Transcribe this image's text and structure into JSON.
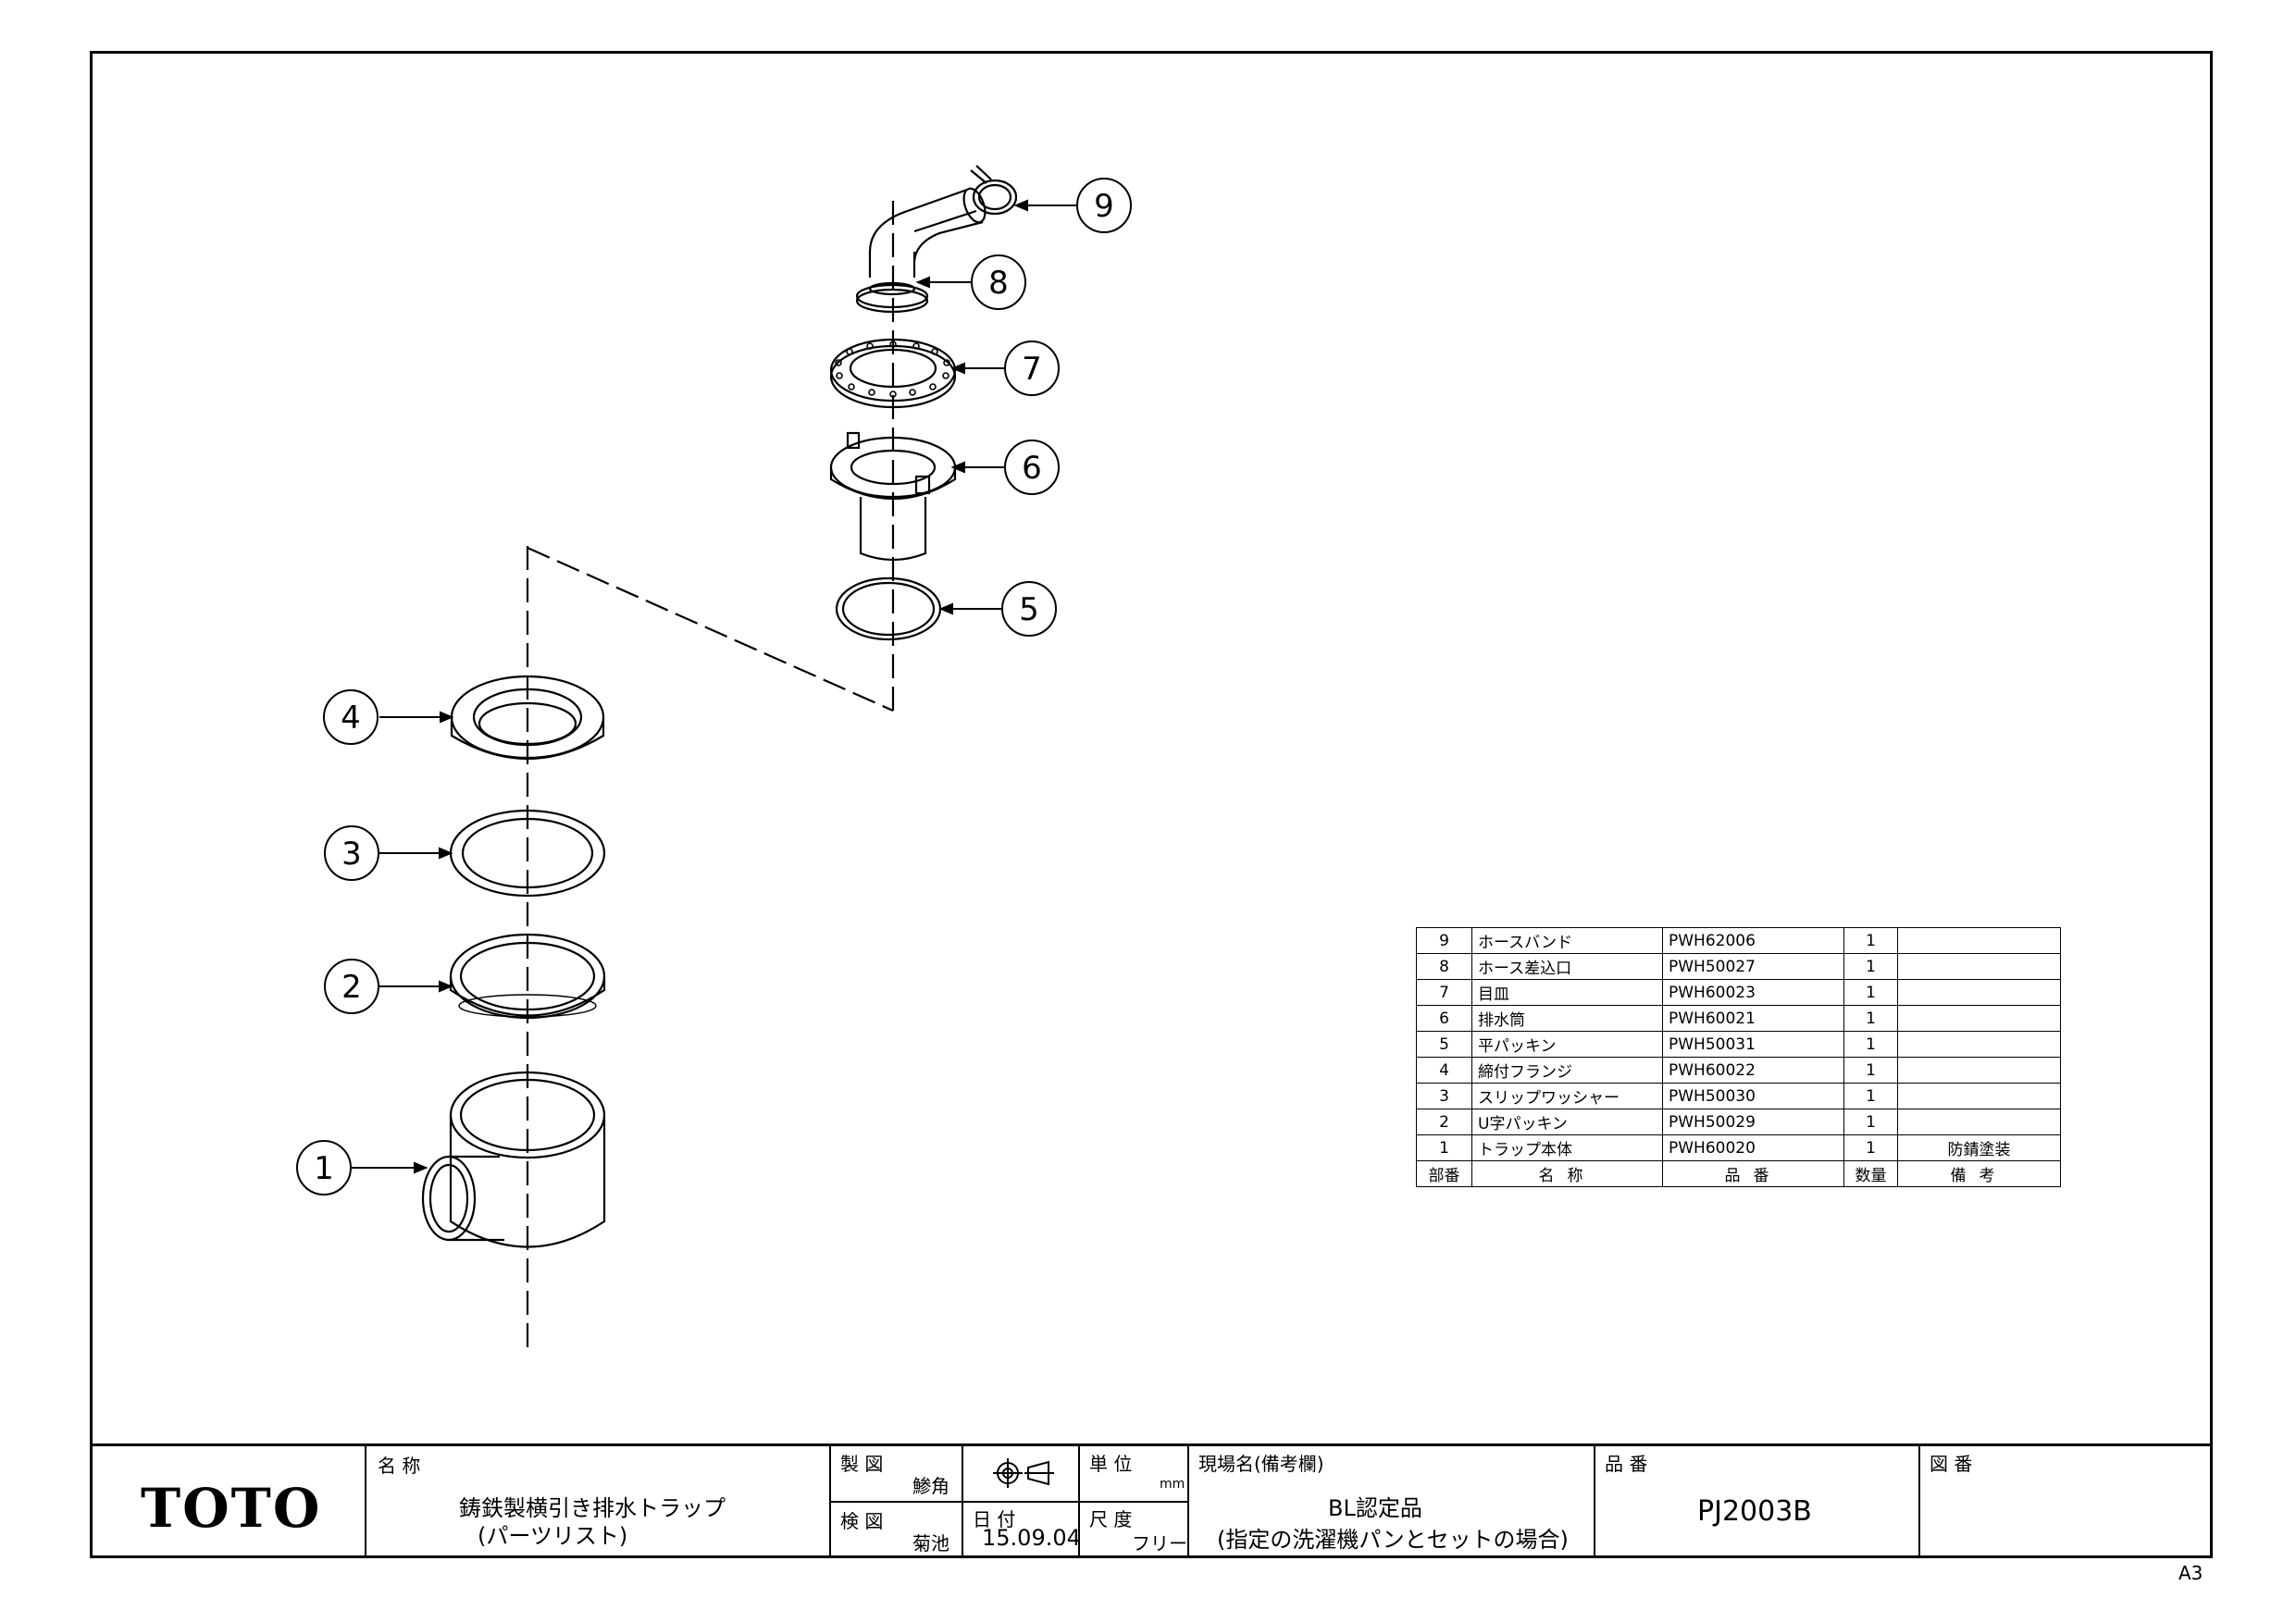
{
  "callouts": [
    "1",
    "2",
    "3",
    "4",
    "5",
    "6",
    "7",
    "8",
    "9"
  ],
  "parts_table": {
    "rows": [
      {
        "no": "9",
        "name": "ホースバンド",
        "part_no": "PWH62006",
        "qty": "1",
        "note": ""
      },
      {
        "no": "8",
        "name": "ホース差込口",
        "part_no": "PWH50027",
        "qty": "1",
        "note": ""
      },
      {
        "no": "7",
        "name": "目皿",
        "part_no": "PWH60023",
        "qty": "1",
        "note": ""
      },
      {
        "no": "6",
        "name": "排水筒",
        "part_no": "PWH60021",
        "qty": "1",
        "note": ""
      },
      {
        "no": "5",
        "name": "平パッキン",
        "part_no": "PWH50031",
        "qty": "1",
        "note": ""
      },
      {
        "no": "4",
        "name": "締付フランジ",
        "part_no": "PWH60022",
        "qty": "1",
        "note": ""
      },
      {
        "no": "3",
        "name": "スリップワッシャー",
        "part_no": "PWH50030",
        "qty": "1",
        "note": ""
      },
      {
        "no": "2",
        "name": "U字パッキン",
        "part_no": "PWH50029",
        "qty": "1",
        "note": ""
      },
      {
        "no": "1",
        "name": "トラップ本体",
        "part_no": "PWH60020",
        "qty": "1",
        "note": "防錆塗装"
      }
    ],
    "header": {
      "no": "部番",
      "name": "名称",
      "part_no": "品番",
      "qty": "数量",
      "note": "備考"
    }
  },
  "title_block": {
    "logo": "TOTO",
    "name_label": "名 称",
    "name_line1": "鋳鉄製横引き排水トラップ",
    "name_line2": "(パーツリスト)",
    "drawn_label": "製 図",
    "drawn_by": "鯵角",
    "checked_label": "検 図",
    "checked_by": "菊池",
    "date_label": "日 付",
    "date": "15.09.04",
    "unit_label": "単 位",
    "unit": "mm",
    "scale_label": "尺 度",
    "scale": "フリー",
    "site_label": "現場名(備考欄)",
    "site_line1": "BL認定品",
    "site_line2": "(指定の洗濯機パンとセットの場合)",
    "part_label": "品 番",
    "part_number": "PJ2003B",
    "drawing_no_label": "図 番",
    "drawing_no": ""
  },
  "sheet_size": "A3"
}
